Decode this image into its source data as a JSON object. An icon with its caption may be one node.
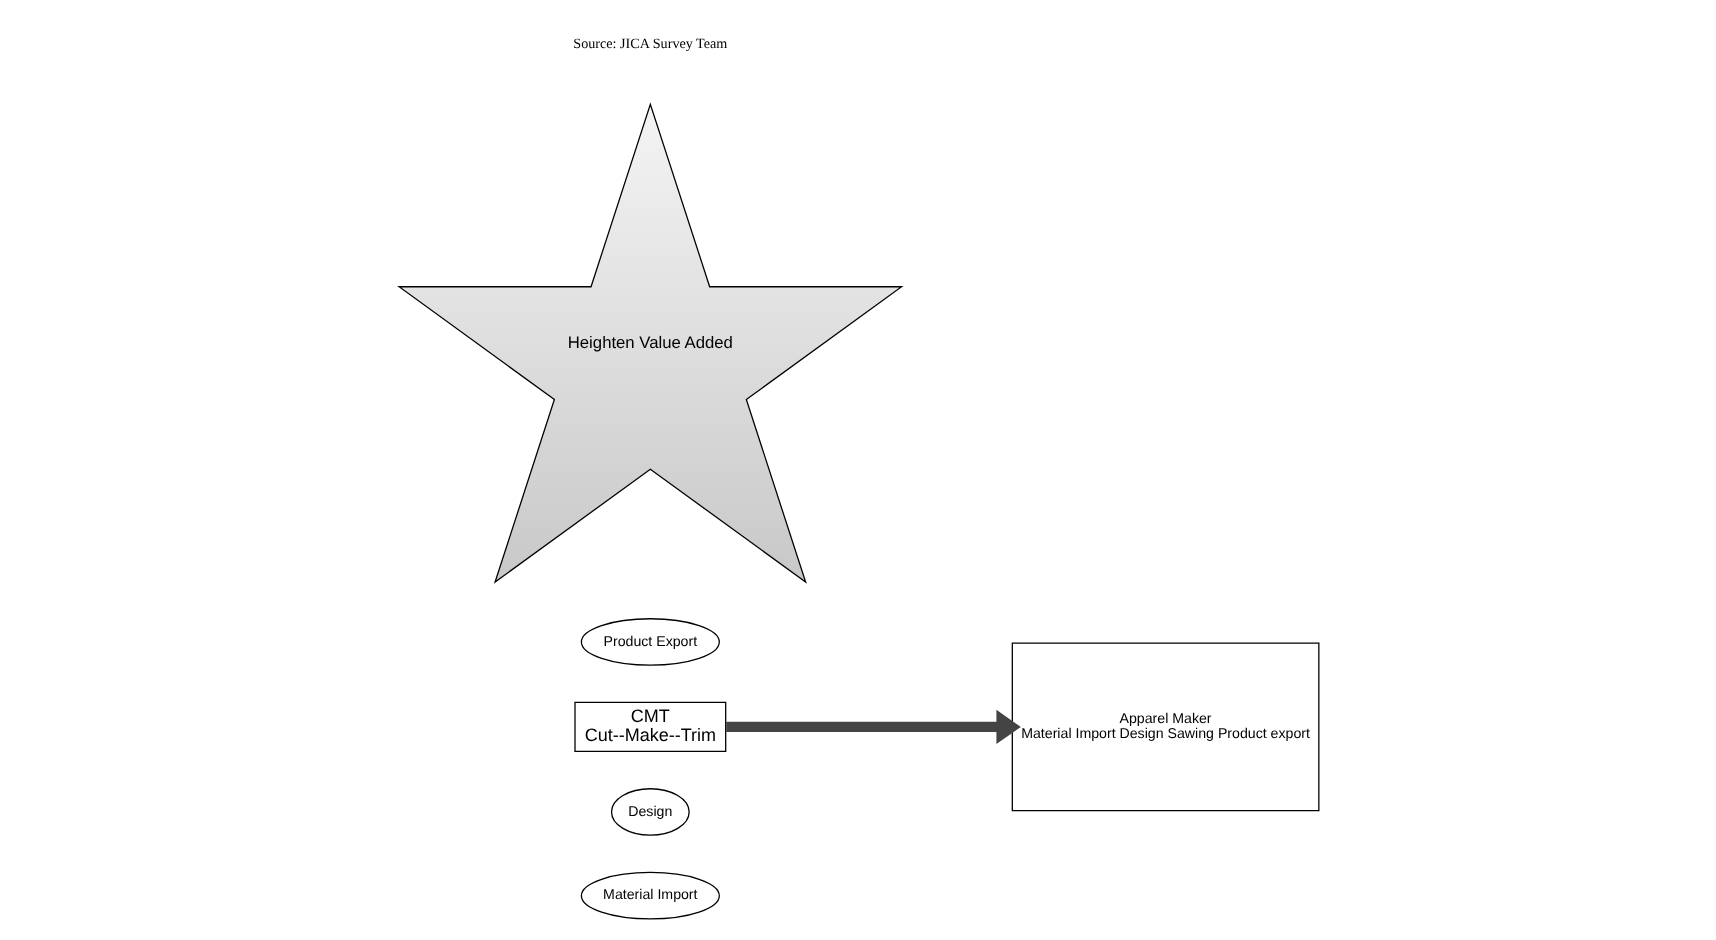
{
  "diagram": {
    "nodes": [
      {
        "text": [
          "Material Import"
        ]
      },
      {
        "text": [
          "Design"
        ]
      },
      {
        "text": [
          "CMT",
          "Cut--Make--Trim"
        ]
      },
      {
        "text": [
          "Product Export"
        ]
      },
      {
        "text": [
          "Apparel Maker",
          "Material Import Design Sawing Product export"
        ]
      },
      {
        "text": [
          "Heighten Value Added"
        ]
      }
    ],
    "edges": [
      {
        "from": 2,
        "to": 4,
        "arrow": "to"
      }
    ],
    "labels": [
      "Source: JICA Survey Team"
    ]
  }
}
